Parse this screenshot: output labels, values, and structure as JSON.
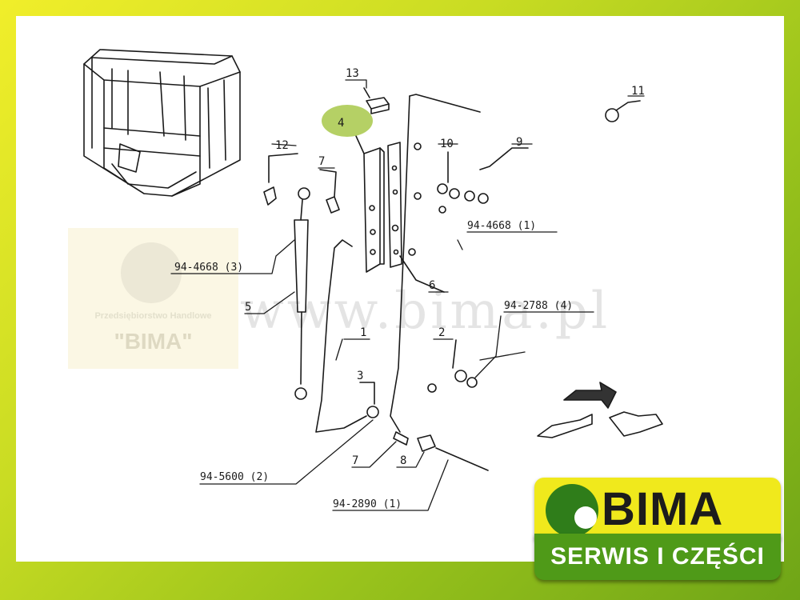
{
  "watermark": {
    "url": "www.bima.pl"
  },
  "stamp": {
    "line1": "Przedsiębiorstwo Handlowe",
    "line2": "\"BIMA\""
  },
  "logo": {
    "name": "BIMA",
    "tagline": "SERWIS I CZĘŚCI"
  },
  "parts": {
    "p1": "1",
    "p2": "2",
    "p3": "3",
    "p4": "4",
    "p5": "5",
    "p6": "6",
    "p7a": "7",
    "p7b": "7",
    "p8": "8",
    "p9": "9",
    "p10": "10",
    "p11": "11",
    "p12": "12",
    "p13": "13"
  },
  "codes": {
    "c1": "94-4668 (1)",
    "c2": "94-4668 (3)",
    "c3": "94-2788 (4)",
    "c4": "94-5600 (2)",
    "c5": "94-2890 (1)"
  },
  "colors": {
    "frame": "#c9dc23",
    "highlight": "#a8c84a",
    "logo_yellow": "#f0e91c",
    "logo_green": "#4f9a18"
  }
}
